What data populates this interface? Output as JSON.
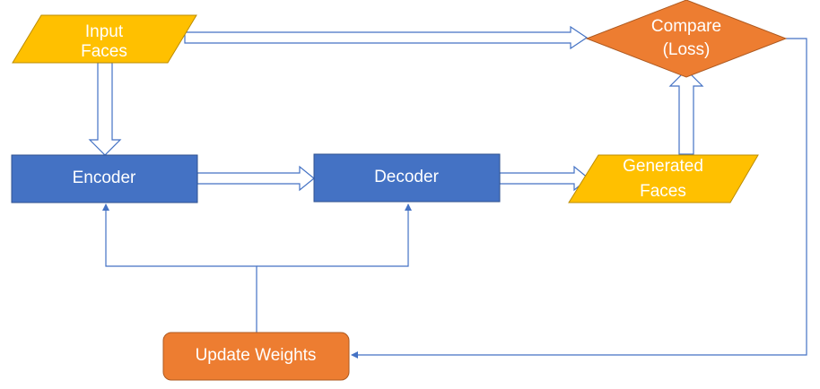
{
  "nodes": {
    "input_faces": {
      "line1": "Input",
      "line2": "Faces"
    },
    "compare": {
      "line1": "Compare",
      "line2": "(Loss)"
    },
    "encoder": {
      "label": "Encoder"
    },
    "decoder": {
      "label": "Decoder"
    },
    "generated_faces": {
      "line1": "Generated",
      "line2": "Faces"
    },
    "update_weights": {
      "label": "Update Weights"
    }
  },
  "colors": {
    "parallelogram_fill": "#FFC000",
    "parallelogram_stroke": "#BC8C00",
    "diamond_fill": "#ED7D31",
    "diamond_stroke": "#AE5A21",
    "box_fill": "#4472C4",
    "box_stroke": "#2F528F",
    "arrow_stroke": "#4472C4",
    "text_light": "#ffffff"
  }
}
